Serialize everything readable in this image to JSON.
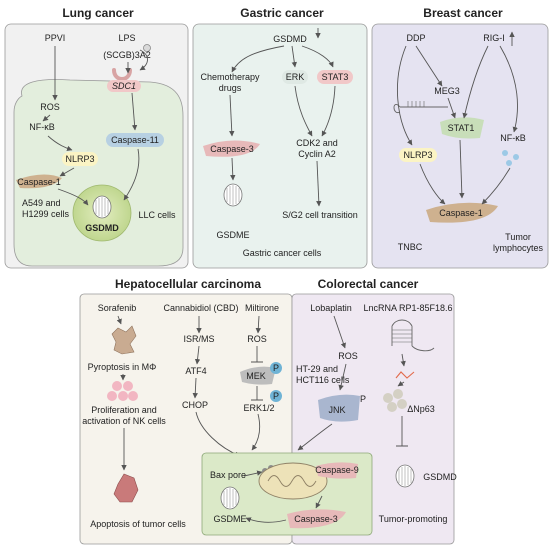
{
  "colors": {
    "lung_bg": "#f1f1f1",
    "lung_cell": "#e3eedd",
    "gastric_bg": "#e9f2ee",
    "breast_bg": "#e5e3f1",
    "hcc_bg": "#f6f3ec",
    "crc_bg": "#efe8f2",
    "overlap_bg": "#dbe9c8",
    "caspase_pink": "#e7b9b9",
    "caspase_tan": "#ceb18f",
    "caspase11_blue": "#b7d0e2",
    "nlrp3_yellow": "#fbf4c4",
    "stat_pink": "#f1c8c8",
    "stat1_green": "#c8deb9",
    "gsdmd_green": "#cfe0a4",
    "kinase_grey": "#bdbdbd",
    "phospho_blue": "#6fb3d5",
    "jnk_blue": "#a9b6cf"
  },
  "lung": {
    "title": "Lung cancer",
    "ppvi": "PPVI",
    "lps": "LPS",
    "scgb3a2": "(SCGB)3A2",
    "sdc1": "SDC1",
    "ros": "ROS",
    "nfkb": "NF-κB",
    "nlrp3": "NLRP3",
    "caspase11": "Caspase-11",
    "caspase1": "Caspase-1",
    "cells1": "A549 and",
    "cells2": "H1299 cells",
    "gsdmd": "GSDMD",
    "llc": "LLC cells"
  },
  "gastric": {
    "title": "Gastric cancer",
    "gsdmd": "GSDMD",
    "chemo1": "Chemotherapy",
    "chemo2": "drugs",
    "erk": "ERK",
    "stat3": "STAT3",
    "caspase3": "Caspase-3",
    "cdk1": "CDK2 and",
    "cdk2": "Cyclin A2",
    "gsdme": "GSDME",
    "sg2": "S/G2 cell transition",
    "cells": "Gastric cancer cells"
  },
  "breast": {
    "title": "Breast cancer",
    "ddp": "DDP",
    "rigi": "RIG-I",
    "meg3": "MEG3",
    "stat1": "STAT1",
    "nfkb": "NF-κB",
    "nlrp3": "NLRP3",
    "caspase1": "Caspase-1",
    "tnbc": "TNBC",
    "tumor": "Tumor",
    "lympho": "lymphocytes"
  },
  "hcc": {
    "title": "Hepatocellular carcinoma",
    "sorafenib": "Sorafenib",
    "cbd": "Cannabidiol (CBD)",
    "miltirone": "Miltirone",
    "pyro": "Pyroptosis in MΦ",
    "isr": "ISR/MS",
    "ros": "ROS",
    "atf4": "ATF4",
    "mek": "MEK",
    "p": "P",
    "chop": "CHOP",
    "erk": "ERK1/2",
    "prolif1": "Proliferation and",
    "prolif2": "activation of NK cells",
    "apop": "Apoptosis of tumor cells"
  },
  "crc": {
    "title": "Colorectal cancer",
    "lobaplatin": "Lobaplatin",
    "lncrna": "LncRNA RP1-85F18.6",
    "ros": "ROS",
    "ht1": "HT-29 and",
    "ht2": "HCT116 cells",
    "jnk": "JNK",
    "p": "P",
    "dnp63": "ΔNp63",
    "gsdmd": "GSDMD",
    "promoting": "Tumor-promoting"
  },
  "shared": {
    "bax": "Bax pore",
    "caspase9": "Caspase-9",
    "caspase3": "Caspase-3",
    "gsdme": "GSDME"
  }
}
